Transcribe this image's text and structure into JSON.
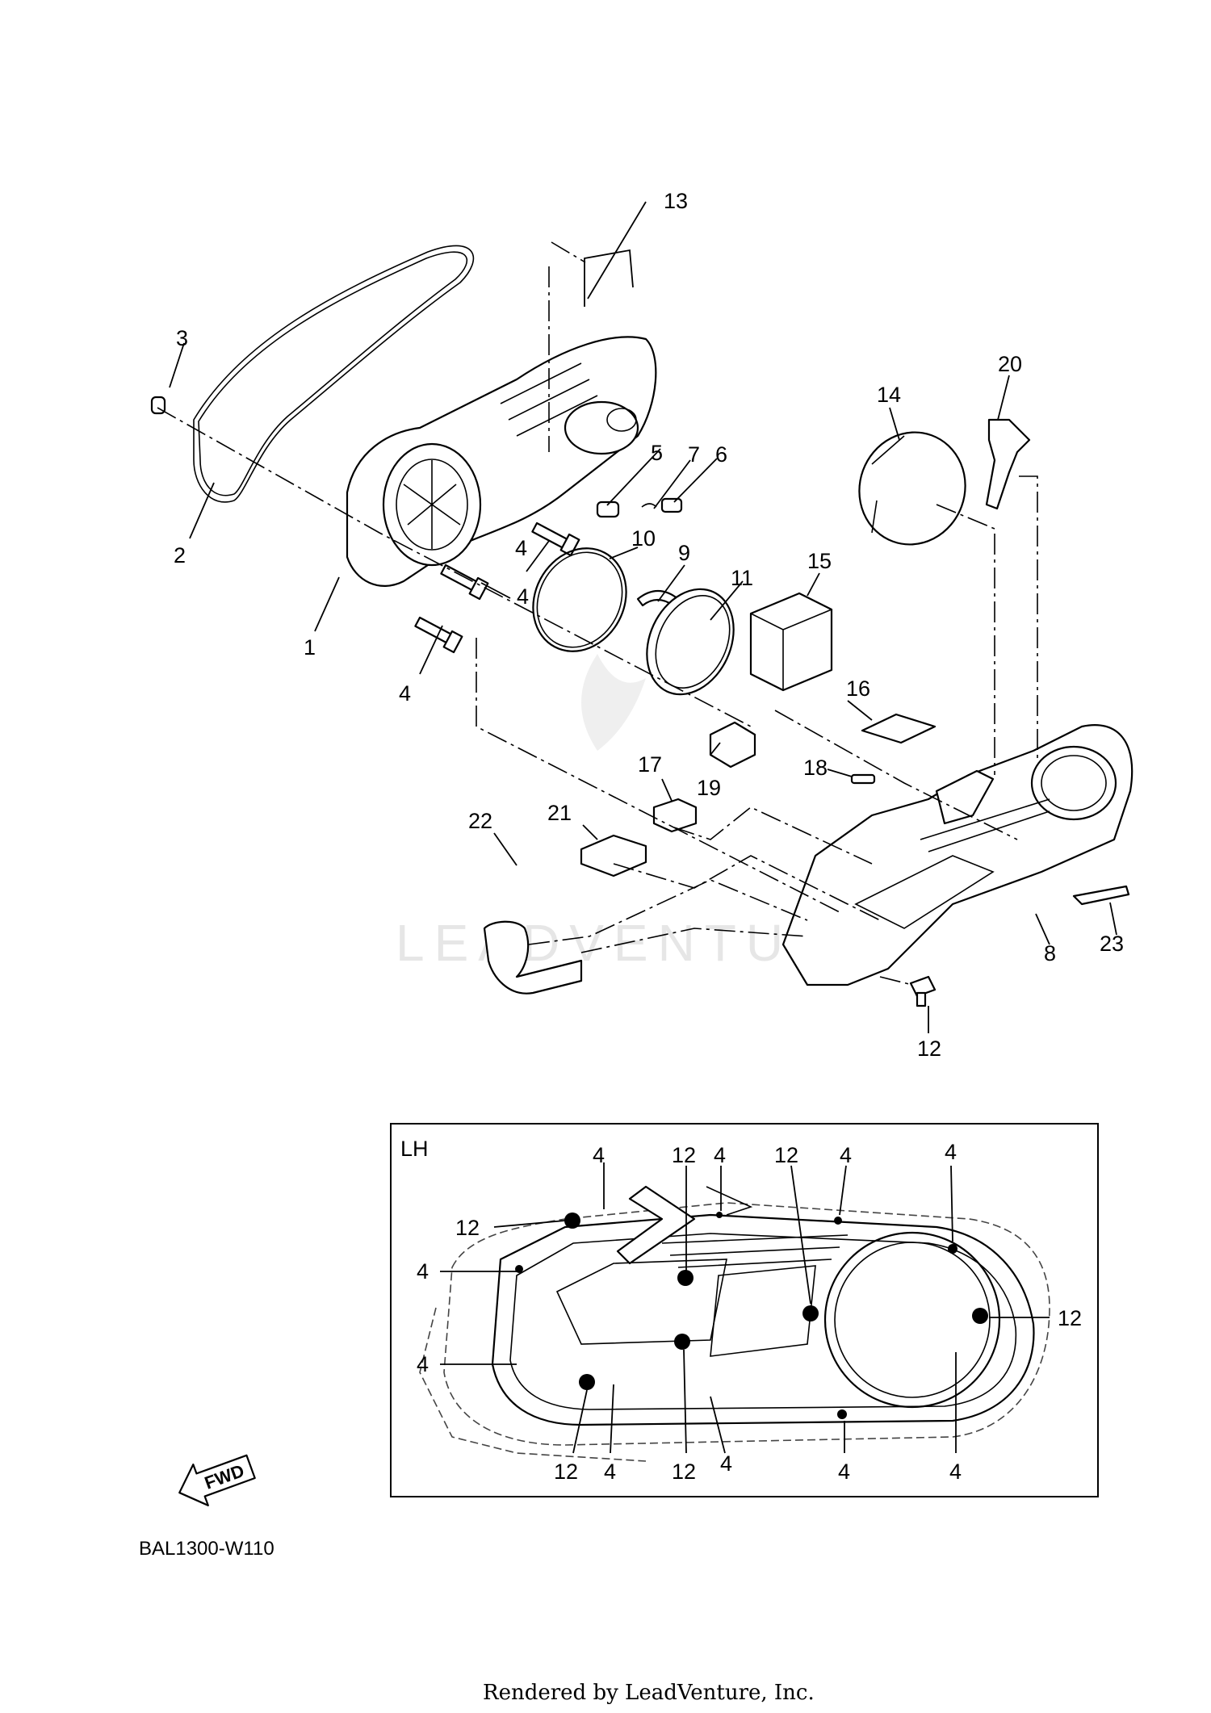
{
  "watermark": "LEADVENTURE",
  "diagram_code": "BAL1300-W110",
  "footer": "Rendered by LeadVenture, Inc.",
  "fwd_label": "FWD",
  "inset_title": "LH",
  "callouts": {
    "p1": "1",
    "p2": "2",
    "p3": "3",
    "p4a": "4",
    "p4b": "4",
    "p4c": "4",
    "p5": "5",
    "p6": "6",
    "p7": "7",
    "p8": "8",
    "p9": "9",
    "p10": "10",
    "p11": "11",
    "p12": "12",
    "p13": "13",
    "p14": "14",
    "p15": "15",
    "p16": "16",
    "p17": "17",
    "p18": "18",
    "p19": "19",
    "p20": "20",
    "p21": "21",
    "p22": "22",
    "p23": "23"
  },
  "inset_callouts": {
    "t4a": "4",
    "t12a": "12",
    "t4b": "4",
    "t12b": "12",
    "t4c": "4",
    "t4d": "4",
    "l12": "12",
    "l4a": "4",
    "l4b": "4",
    "r12": "12",
    "b12a": "12",
    "b4a": "4",
    "b12b": "12",
    "b4b": "4",
    "b4c": "4",
    "b4d": "4"
  }
}
